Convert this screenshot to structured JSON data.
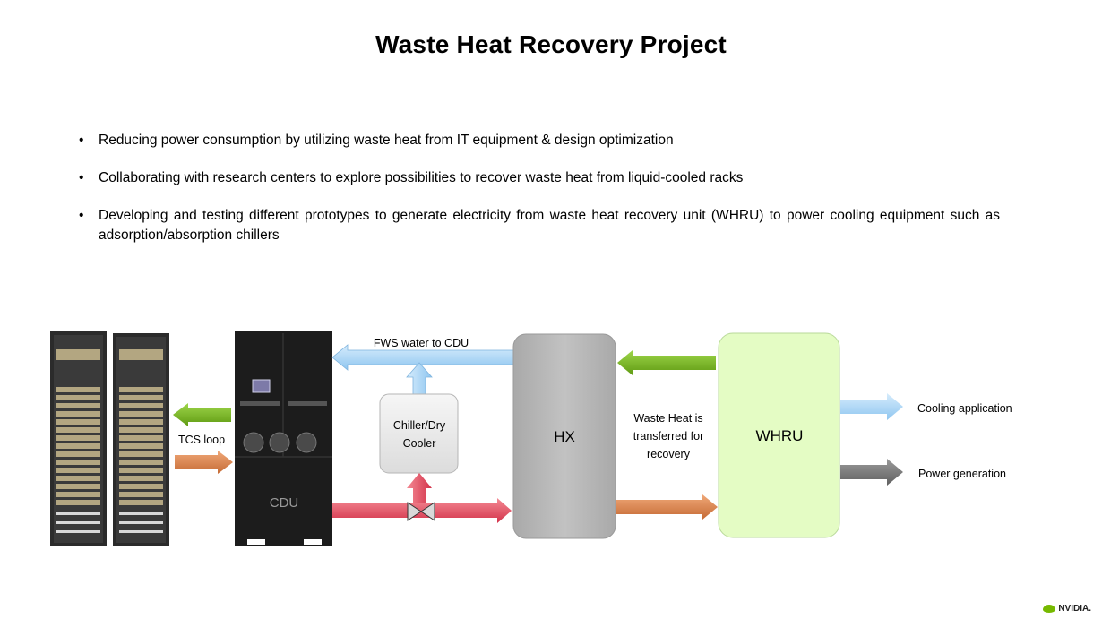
{
  "title": "Waste Heat Recovery Project",
  "bullets": [
    "Reducing power consumption by utilizing waste heat from IT equipment & design optimization",
    "Collaborating with research centers to explore possibilities to recover waste heat from liquid-cooled racks",
    "Developing and testing different prototypes to generate electricity from waste heat recovery unit (WHRU) to power cooling equipment such as adsorption/absorption chillers"
  ],
  "diagram": {
    "tcs_loop": "TCS loop",
    "cdu": "CDU",
    "fws_water": "FWS water to CDU",
    "chiller_line1": "Chiller/Dry",
    "chiller_line2": "Cooler",
    "hx": "HX",
    "waste_heat_line1": "Waste Heat is",
    "waste_heat_line2": "transferred for",
    "waste_heat_line3": "recovery",
    "whru": "WHRU",
    "cooling_application": "Cooling application",
    "power_generation": "Power generation"
  },
  "brand": "NVIDIA.",
  "colors": {
    "green_arrow": "#7cbd1e",
    "orange_arrow": "#d9834f",
    "blue_arrow": "#a9d4f5",
    "red_arrow": "#e8505f",
    "gray_arrow": "#7f7f7f",
    "hx_fill": "#b8b8b8",
    "whru_fill": "#e4fcc4",
    "chiller_fill": "#efefef",
    "cdu_fill": "#1a1a1a"
  }
}
